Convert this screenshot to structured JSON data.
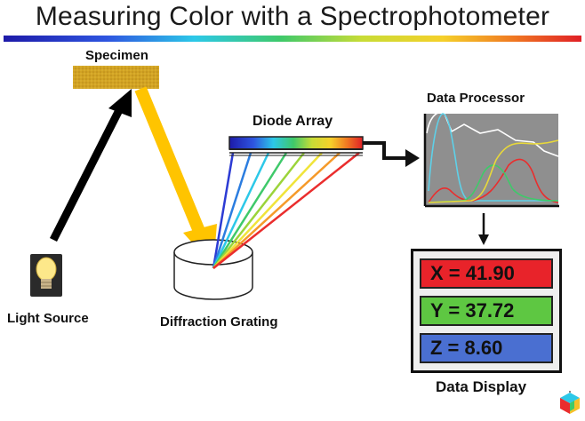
{
  "title": "Measuring Color with a Spectrophotometer",
  "labels": {
    "specimen": "Specimen",
    "diode_array": "Diode Array",
    "data_processor": "Data Processor",
    "light_source": "Light Source",
    "diffraction_grating": "Diffraction Grating",
    "data_display": "Data Display"
  },
  "readouts": [
    {
      "text": "X = 41.90",
      "color": "#e8232a"
    },
    {
      "text": "Y = 37.72",
      "color": "#5ec742"
    },
    {
      "text": "Z = 8.60",
      "color": "#4a6fd1"
    }
  ],
  "colors": {
    "specimen": "#d4a520",
    "beam": "#ffc400",
    "spectrum": [
      "#2c3bd4",
      "#2b7de0",
      "#2cc8e8",
      "#3fc96a",
      "#9bd43a",
      "#f0e43a",
      "#f59a2a",
      "#ea2d2d"
    ]
  },
  "icons": {
    "bulb": "light-bulb-icon",
    "logo": "color-cube-logo-icon"
  }
}
